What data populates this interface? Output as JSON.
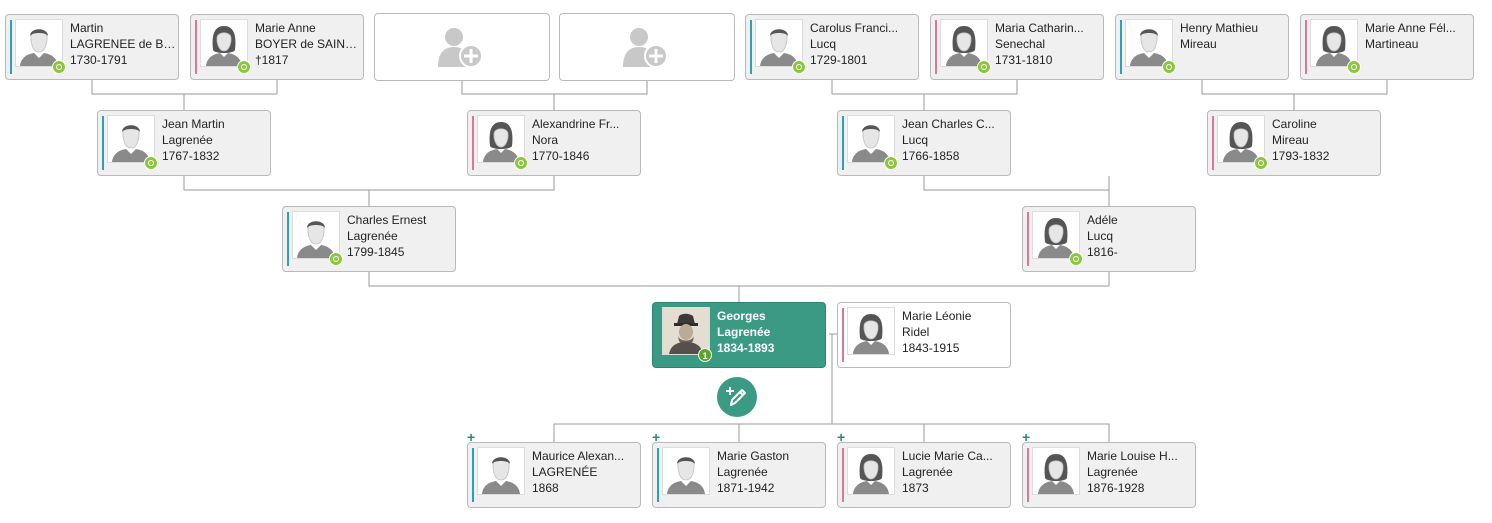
{
  "people": {
    "p_martin": {
      "line1": "Martin",
      "line2": "LAGRENEE de Bl...",
      "line3": "1730-1791",
      "gender": "male"
    },
    "p_marieanne": {
      "line1": "Marie Anne",
      "line2": "BOYER de SAINT...",
      "line3": "†1817",
      "gender": "female"
    },
    "p_carolus": {
      "line1": "Carolus Franci...",
      "line2": "Lucq",
      "line3": "1729-1801",
      "gender": "male"
    },
    "p_mariacath": {
      "line1": "Maria Catharin...",
      "line2": "Senechal",
      "line3": "1731-1810",
      "gender": "female"
    },
    "p_henry": {
      "line1": "Henry Mathieu",
      "line2": "Mireau",
      "line3": "",
      "gender": "male"
    },
    "p_marieannefel": {
      "line1": "Marie Anne Fél...",
      "line2": "Martineau",
      "line3": "",
      "gender": "female"
    },
    "p_jeanmartin": {
      "line1": "Jean Martin",
      "line2": "Lagrenée",
      "line3": "1767-1832",
      "gender": "male"
    },
    "p_alexandrine": {
      "line1": "Alexandrine Fr...",
      "line2": "Nora",
      "line3": "1770-1846",
      "gender": "female"
    },
    "p_jeancharles": {
      "line1": "Jean Charles C...",
      "line2": "Lucq",
      "line3": "1766-1858",
      "gender": "male"
    },
    "p_caroline": {
      "line1": "Caroline",
      "line2": "Mireau",
      "line3": "1793-1832",
      "gender": "female"
    },
    "p_charles": {
      "line1": "Charles Ernest",
      "line2": "Lagrenée",
      "line3": "1799-1845",
      "gender": "male"
    },
    "p_adele": {
      "line1": "Adéle",
      "line2": "Lucq",
      "line3": "1816-",
      "gender": "female"
    },
    "p_georges": {
      "line1": "Georges",
      "line2": "Lagrenée",
      "line3": "1834-1893",
      "gender": "male",
      "badge": "1"
    },
    "p_marieleonie": {
      "line1": "Marie Léonie",
      "line2": "Ridel",
      "line3": "1843-1915",
      "gender": "female"
    },
    "p_maurice": {
      "line1": "Maurice Alexan...",
      "line2": "LAGRENÉE",
      "line3": "1868",
      "gender": "male"
    },
    "p_gaston": {
      "line1": "Marie Gaston",
      "line2": "Lagrenée",
      "line3": "1871-1942",
      "gender": "male"
    },
    "p_lucie": {
      "line1": "Lucie Marie Ca...",
      "line2": "Lagrenée",
      "line3": "1873",
      "gender": "female"
    },
    "p_louise": {
      "line1": "Marie Louise H...",
      "line2": "Lagrenée",
      "line3": "1876-1928",
      "gender": "female"
    }
  },
  "plus_sign": "+",
  "colors": {
    "male": "#2aa2b3",
    "female": "#d9789b",
    "focus": "#3a9a84",
    "badge": "#8cc63f",
    "line": "#9a9a9a"
  }
}
